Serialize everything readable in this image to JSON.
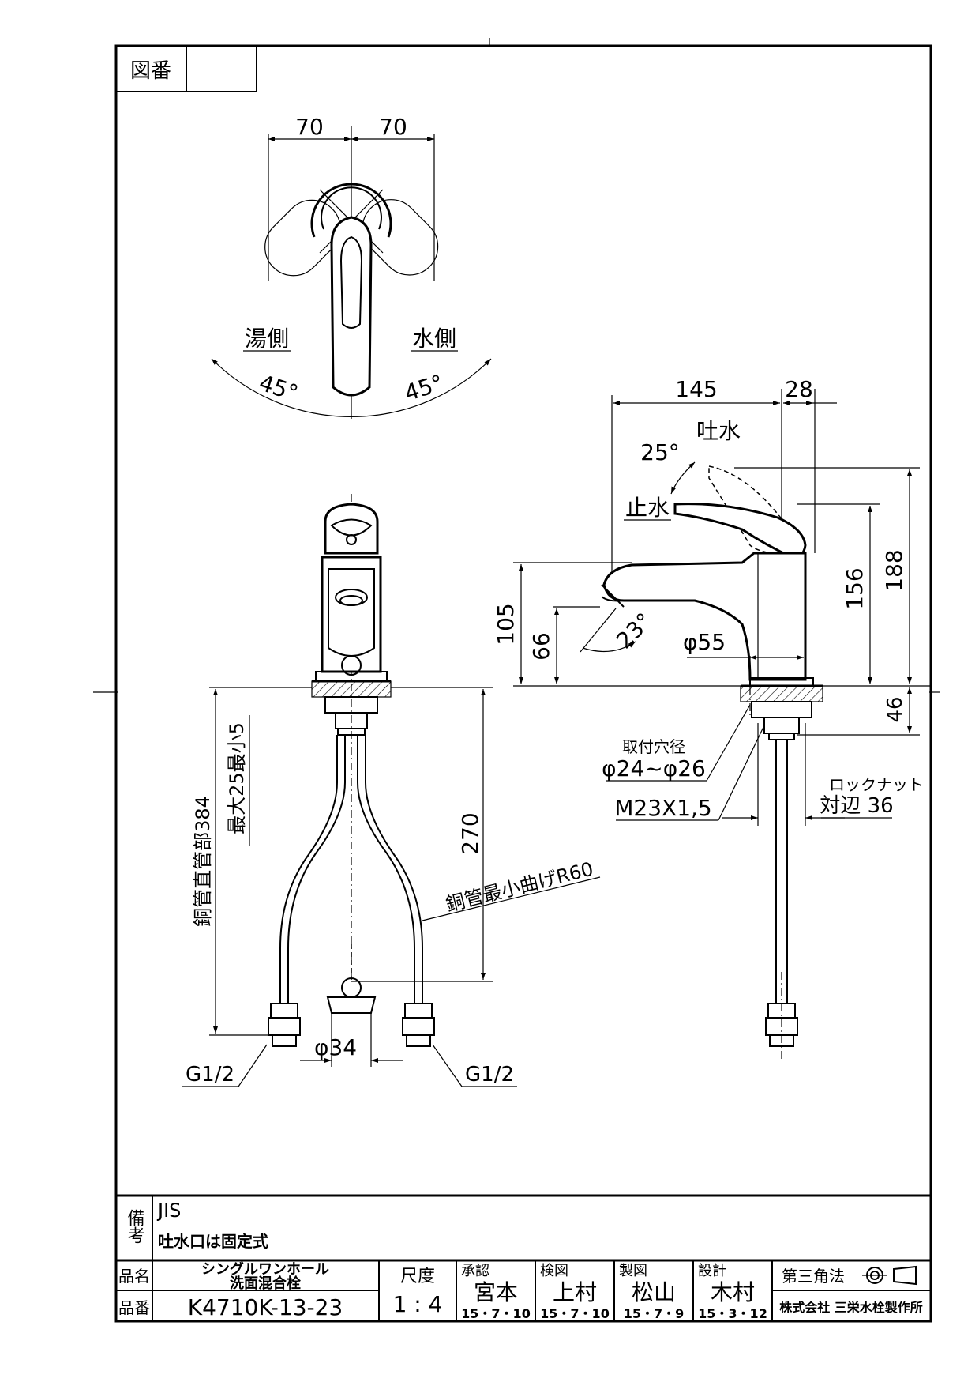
{
  "header": {
    "drawing_no_label": "図番",
    "drawing_no_value": ""
  },
  "top_view": {
    "dim_left": "70",
    "dim_right": "70",
    "hot_side": "湯側",
    "cold_side": "水側",
    "angle_left": "45°",
    "angle_right": "45°"
  },
  "side_view": {
    "dim_145": "145",
    "dim_28": "28",
    "spout_label": "吐水",
    "angle_25": "25°",
    "stop_label": "止水",
    "dim_105": "105",
    "dim_66": "66",
    "angle_23": "23°",
    "dim_phi55": "φ55",
    "dim_156": "156",
    "dim_188": "188",
    "dim_46": "46",
    "mount_hole_title": "取付穴径",
    "mount_hole_value": "φ24~φ26",
    "thread": "M23X1,5",
    "locknut_title": "ロックナット",
    "locknut_value": "対辺 36"
  },
  "front_view": {
    "copper_straight": "銅管直管部384",
    "max_min": "最大25最小5",
    "dim_270": "270",
    "bend": "銅管最小曲げR60",
    "phi34": "φ34",
    "g_left": "G1/2",
    "g_right": "G1/2"
  },
  "notes": {
    "label": "備考",
    "line1": "JIS",
    "line2": "吐水口は固定式"
  },
  "title_block": {
    "name_label": "品名",
    "name_value_1": "シングルワンホール",
    "name_value_2": "洗面混合栓",
    "part_label": "品番",
    "part_value": "K4710K-13-23",
    "scale_label": "尺度",
    "scale_value": "1 : 4",
    "approve_label": "承認",
    "approve_name": "宮本",
    "approve_date": "15・7・10",
    "check_label": "検図",
    "check_name": "上村",
    "check_date": "15・7・10",
    "draw_label": "製図",
    "draw_name": "松山",
    "draw_date": "15・7・9",
    "design_label": "設計",
    "design_name": "木村",
    "design_date": "15・3・12",
    "projection": "第三角法",
    "company": "株式会社 三栄水栓製作所"
  }
}
